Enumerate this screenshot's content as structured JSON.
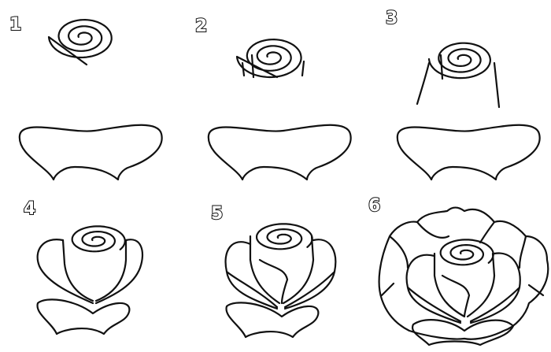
{
  "steps": [
    {
      "label": "1"
    },
    {
      "label": "2"
    },
    {
      "label": "3"
    },
    {
      "label": "4"
    },
    {
      "label": "5"
    },
    {
      "label": "6"
    }
  ],
  "colors": {
    "line": "#111111",
    "background": "#ffffff"
  }
}
